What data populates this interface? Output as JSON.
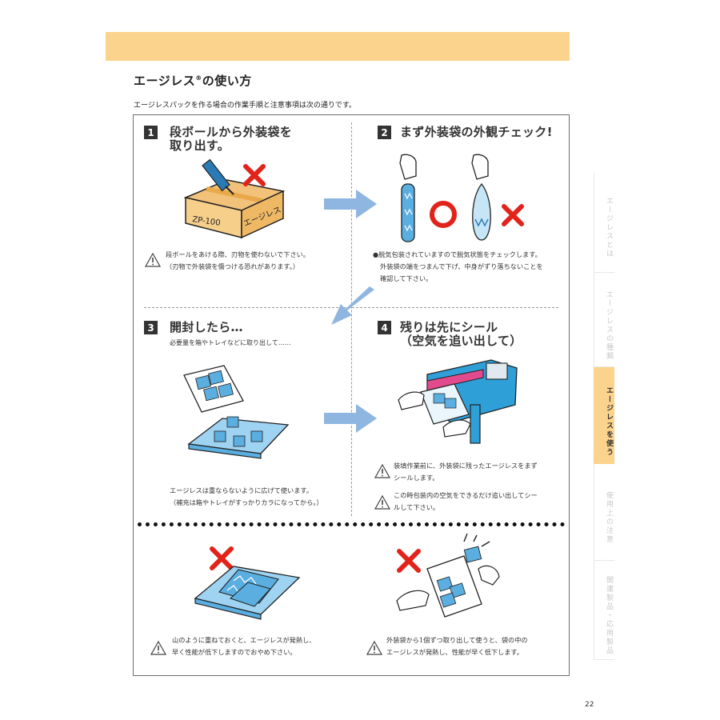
{
  "heading": {
    "title": "エージレス",
    "reg": "®",
    "title_suffix": "の使い方"
  },
  "intro": "エージレスパックを作る場合の作業手順と注意事項は次の通りです。",
  "steps": [
    {
      "num": "1",
      "title_lines": [
        "段ボールから外装袋を",
        "取り出す。"
      ]
    },
    {
      "num": "2",
      "title_lines": [
        "まず外装袋の外観チェック!"
      ]
    },
    {
      "num": "3",
      "title_lines": [
        "開封したら…"
      ],
      "subtitle": "必要量を箱やトレイなどに取り出して……"
    },
    {
      "num": "4",
      "title_lines": [
        "残りは先にシール",
        "（空気を追い出して）"
      ]
    }
  ],
  "box_labels": {
    "model": "ZP-100",
    "brand": "エージレス"
  },
  "notes": {
    "step1": [
      "段ボールをあける際、刃物を使わないで下さい。",
      "（刃物で外装袋を傷つける恐れがあります。）"
    ],
    "step2": [
      "●脱気包装されていますので脱気状態をチェックします。",
      "外装袋の端をつまんで下げ、中身がずり落ちないことを",
      "確認して下さい。"
    ],
    "step3": [
      "エージレスは重ならないように広げて使います。",
      "（補充は箱やトレイがすっかりカラになってから。）"
    ],
    "step4a": [
      "装填作業前に、外装袋に残ったエージレスをまず",
      "シールします。"
    ],
    "step4b": [
      "この時包装内の空気をできるだけ追い出してシー",
      "ルして下さい。"
    ],
    "bottom_left": [
      "山のように重ねておくと、エージレスが発熱し、",
      "早く性能が低下しますのでおやめ下さい。"
    ],
    "bottom_right": [
      "外装袋から1個ずつ取り出して使うと、袋の中の",
      "エージレスが発熱し、性能が早く低下します。"
    ]
  },
  "side_tabs": [
    {
      "label": "エージレスとは",
      "active": false
    },
    {
      "label": "エージレスの種類",
      "active": false
    },
    {
      "label": "エージレスを使う",
      "active": true
    },
    {
      "label": "使用上の注意",
      "active": false
    },
    {
      "label": "関連製品・応用製品",
      "active": false
    }
  ],
  "page_number": "22",
  "colors": {
    "accent": "#fbd38c",
    "arrow": "#8fb6e0",
    "cross": "#e2231a",
    "illus_blue": "#7ec4ea"
  }
}
